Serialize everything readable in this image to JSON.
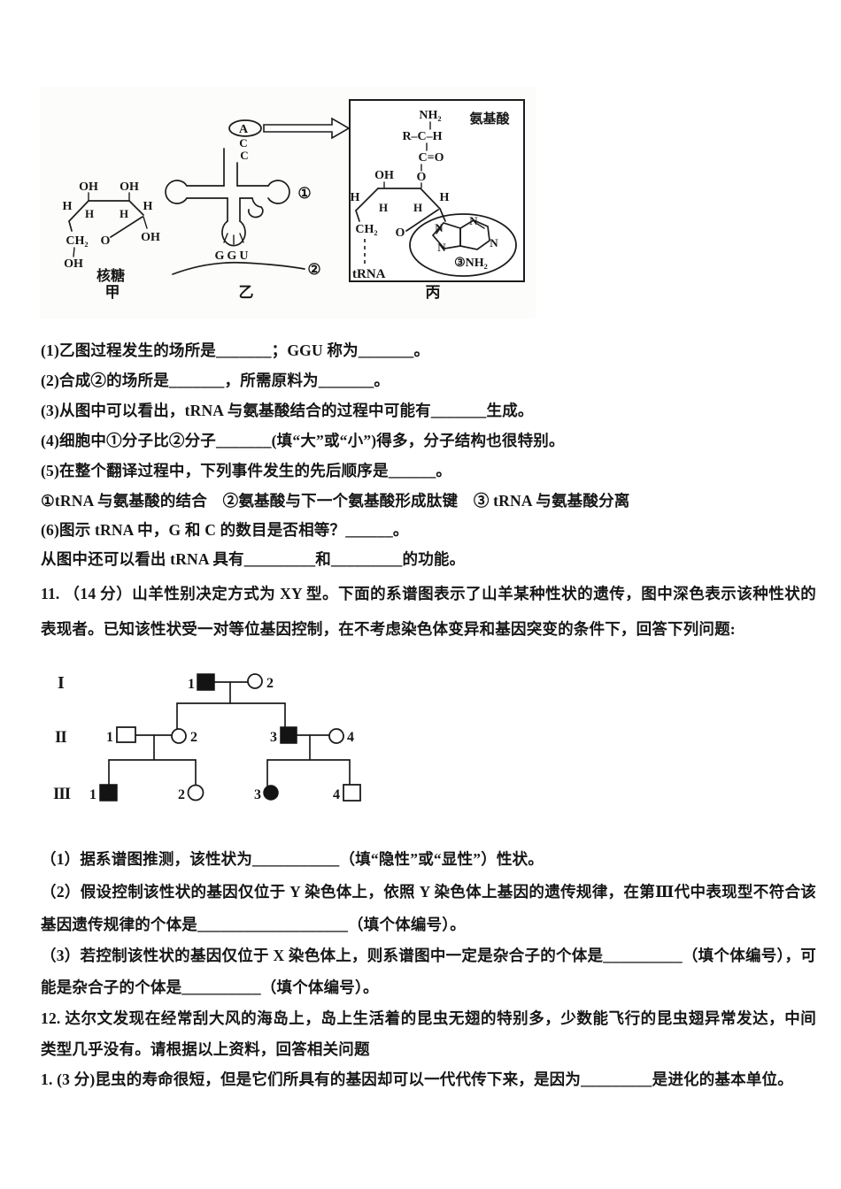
{
  "figure": {
    "jia": {
      "oh": "OH",
      "h": "H",
      "ch2": "CH₂",
      "o": "O",
      "caption": "核糖",
      "tag": "甲"
    },
    "yi": {
      "a": "A",
      "c": "C",
      "anticodon": "GGU",
      "mark1": "①",
      "mark2": "②",
      "tag": "乙"
    },
    "bing": {
      "nh2": "NH₂",
      "title": "氨基酸",
      "rch": "R–C–H",
      "co": "C=O",
      "o": "O",
      "oh": "OH",
      "h": "H",
      "ch2": "CH₂",
      "n": "N",
      "mark3": "③NH₂",
      "trna": "tRNA",
      "tag": "丙"
    }
  },
  "q10": {
    "lines": [
      "(1)乙图过程发生的场所是_______；GGU 称为_______。",
      "(2)合成②的场所是_______，所需原料为_______。",
      "(3)从图中可以看出，tRNA 与氨基酸结合的过程中可能有_______生成。",
      "(4)细胞中①分子比②分子_______(填“大”或“小”)得多，分子结构也很特别。",
      "(5)在整个翻译过程中，下列事件发生的先后顺序是______。",
      "①tRNA 与氨基酸的结合　②氨基酸与下一个氨基酸形成肽键　③ tRNA 与氨基酸分离",
      "(6)图示 tRNA 中，G 和 C 的数目是否相等？______。",
      "从图中还可以看出 tRNA 具有_________和_________的功能。"
    ]
  },
  "q11": {
    "intro": "11. （14 分）山羊性别决定方式为 XY 型。下面的系谱图表示了山羊某种性状的遗传，图中深色表示该种性状的表现者。已知该性状受一对等位基因控制，在不考虑染色体变异和基因突变的条件下，回答下列问题:",
    "pedigree": {
      "row_labels": [
        "I",
        "II",
        "III"
      ],
      "individuals": [
        {
          "gen": "I",
          "num": "1",
          "sex": "male",
          "affected": true
        },
        {
          "gen": "I",
          "num": "2",
          "sex": "female",
          "affected": false
        },
        {
          "gen": "II",
          "num": "1",
          "sex": "male",
          "affected": false
        },
        {
          "gen": "II",
          "num": "2",
          "sex": "female",
          "affected": false
        },
        {
          "gen": "II",
          "num": "3",
          "sex": "male",
          "affected": true
        },
        {
          "gen": "II",
          "num": "4",
          "sex": "female",
          "affected": false
        },
        {
          "gen": "III",
          "num": "1",
          "sex": "male",
          "affected": true
        },
        {
          "gen": "III",
          "num": "2",
          "sex": "female",
          "affected": false
        },
        {
          "gen": "III",
          "num": "3",
          "sex": "female",
          "affected": true
        },
        {
          "gen": "III",
          "num": "4",
          "sex": "male",
          "affected": false
        }
      ]
    },
    "subs": [
      "（1）据系谱图推测，该性状为___________（填“隐性”或“显性”）性状。",
      "（2）假设控制该性状的基因仅位于 Y 染色体上，依照 Y 染色体上基因的遗传规律，在第Ⅲ代中表现型不符合该基因遗传规律的个体是___________________（填个体编号）。",
      "（3）若控制该性状的基因仅位于 X 染色体上，则系谱图中一定是杂合子的个体是__________（填个体编号），可能是杂合子的个体是__________（填个体编号）。"
    ]
  },
  "q12": {
    "intro": "12. 达尔文发现在经常刮大风的海岛上，岛上生活着的昆虫无翅的特别多，少数能飞行的昆虫翅异常发达，中间类型几乎没有。请根据以上资料，回答相关问题",
    "sub1": "1. (3 分)昆虫的寿命很短，但是它们所具有的基因却可以一代代传下来，是因为_________是进化的基本单位。"
  }
}
